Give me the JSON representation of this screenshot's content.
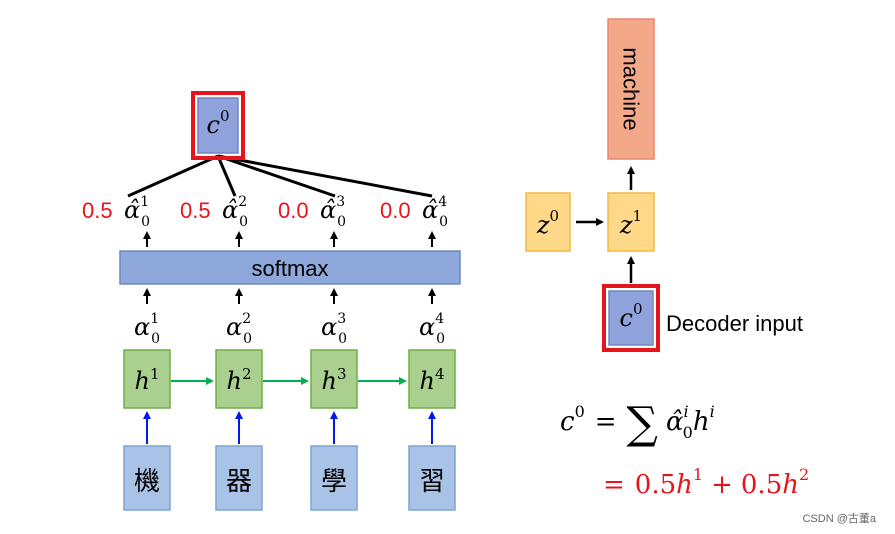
{
  "encoder": {
    "inputs": [
      "機",
      "器",
      "學",
      "習"
    ],
    "hidden": [
      {
        "base": "h",
        "sup": "1"
      },
      {
        "base": "h",
        "sup": "2"
      },
      {
        "base": "h",
        "sup": "3"
      },
      {
        "base": "h",
        "sup": "4"
      }
    ],
    "alphas": [
      {
        "base": "α",
        "sub": "0",
        "sup": "1"
      },
      {
        "base": "α",
        "sub": "0",
        "sup": "2"
      },
      {
        "base": "α",
        "sub": "0",
        "sup": "3"
      },
      {
        "base": "α",
        "sub": "0",
        "sup": "4"
      }
    ],
    "softmax_label": "softmax",
    "alpha_hats": [
      {
        "weight": "0.5",
        "base": "α̂",
        "sub": "0",
        "sup": "1"
      },
      {
        "weight": "0.5",
        "base": "α̂",
        "sub": "0",
        "sup": "2"
      },
      {
        "weight": "0.0",
        "base": "α̂",
        "sub": "0",
        "sup": "3"
      },
      {
        "weight": "0.0",
        "base": "α̂",
        "sub": "0",
        "sup": "4"
      }
    ],
    "context": {
      "base": "c",
      "sup": "0"
    }
  },
  "decoder": {
    "output_label": "machine",
    "z0": {
      "base": "z",
      "sup": "0"
    },
    "z1": {
      "base": "z",
      "sup": "1"
    },
    "input": {
      "base": "c",
      "sup": "0"
    },
    "input_label": "Decoder input"
  },
  "formula": {
    "line1": {
      "lhs_base": "c",
      "lhs_sup": "0",
      "eq": "=",
      "sum": "∑",
      "alpha": "α̂",
      "alpha_sub": "0",
      "alpha_sup": "i",
      "h": "h",
      "h_sup": "i"
    },
    "line2": {
      "eq": "=",
      "coef1": "0.5",
      "h1": "h",
      "h1_sup": "1",
      "plus": "+",
      "coef2": "0.5",
      "h2": "h",
      "h2_sup": "2"
    }
  },
  "watermark": "CSDN @古董a",
  "colors": {
    "input_fill": "#a9c3e6",
    "input_stroke": "#7ea3d3",
    "hidden_fill": "#a9d08e",
    "hidden_stroke": "#70ad47",
    "softmax_fill": "#8fa8dc",
    "softmax_stroke": "#6f88c0",
    "context_fill": "#8fa2dc",
    "highlight": "#e8141b",
    "z_fill": "#ffd88a",
    "z_stroke": "#f4b942",
    "output_fill": "#f4a88a",
    "output_stroke": "#e8886a",
    "red_text": "#e8141b",
    "blue_arrow": "#0019f0",
    "green_arrow": "#00b050"
  }
}
